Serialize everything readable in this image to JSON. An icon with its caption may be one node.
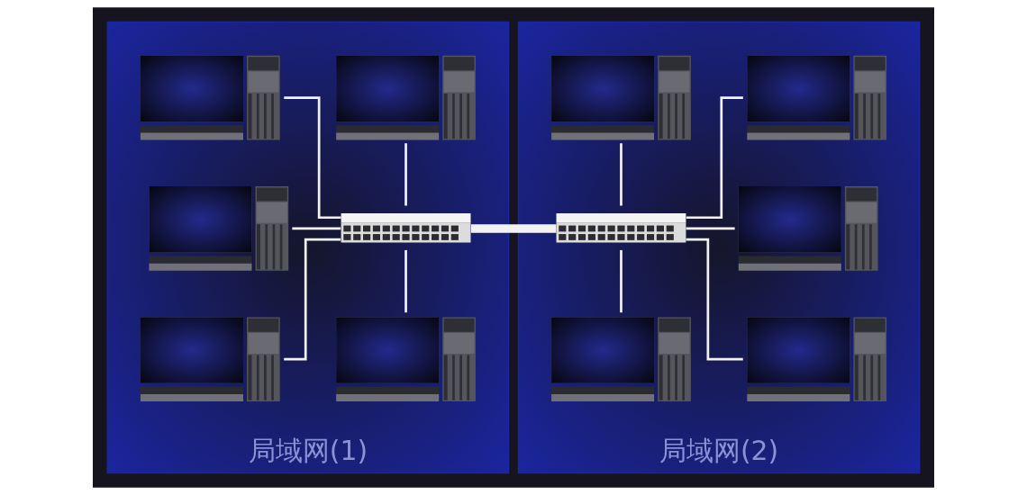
{
  "diagram": {
    "nodes": [
      {
        "text": [
          "局域网(1)"
        ]
      },
      {
        "text": [],
        "shape": "computer",
        "in": 0
      },
      {
        "text": [],
        "shape": "computer",
        "in": 0
      },
      {
        "text": [],
        "shape": "computer",
        "in": 0
      },
      {
        "text": [],
        "shape": "switch",
        "in": 0
      },
      {
        "text": [],
        "shape": "computer",
        "in": 0
      },
      {
        "text": [],
        "shape": "computer",
        "in": 0
      },
      {
        "text": [
          "局域网(2)"
        ]
      },
      {
        "text": [],
        "shape": "computer",
        "in": 7
      },
      {
        "text": [],
        "shape": "computer",
        "in": 7
      },
      {
        "text": [],
        "shape": "switch",
        "in": 7
      },
      {
        "text": [],
        "shape": "computer",
        "in": 7
      },
      {
        "text": [],
        "shape": "computer",
        "in": 7
      },
      {
        "text": [],
        "shape": "computer",
        "in": 7
      }
    ],
    "edges": [
      {
        "from": 1,
        "to": 4,
        "arrow": "none"
      },
      {
        "from": 2,
        "to": 4,
        "arrow": "none"
      },
      {
        "from": 3,
        "to": 4,
        "arrow": "none"
      },
      {
        "from": 4,
        "to": 10,
        "arrow": "none",
        "style": "thick"
      },
      {
        "from": 4,
        "to": 5,
        "arrow": "none"
      },
      {
        "from": 4,
        "to": 6,
        "arrow": "none"
      },
      {
        "from": 8,
        "to": 10,
        "arrow": "none"
      },
      {
        "from": 9,
        "to": 10,
        "arrow": "none"
      },
      {
        "from": 10,
        "to": 11,
        "arrow": "none"
      },
      {
        "from": 10,
        "to": 12,
        "arrow": "none"
      },
      {
        "from": 10,
        "to": 13,
        "arrow": "none"
      }
    ]
  }
}
